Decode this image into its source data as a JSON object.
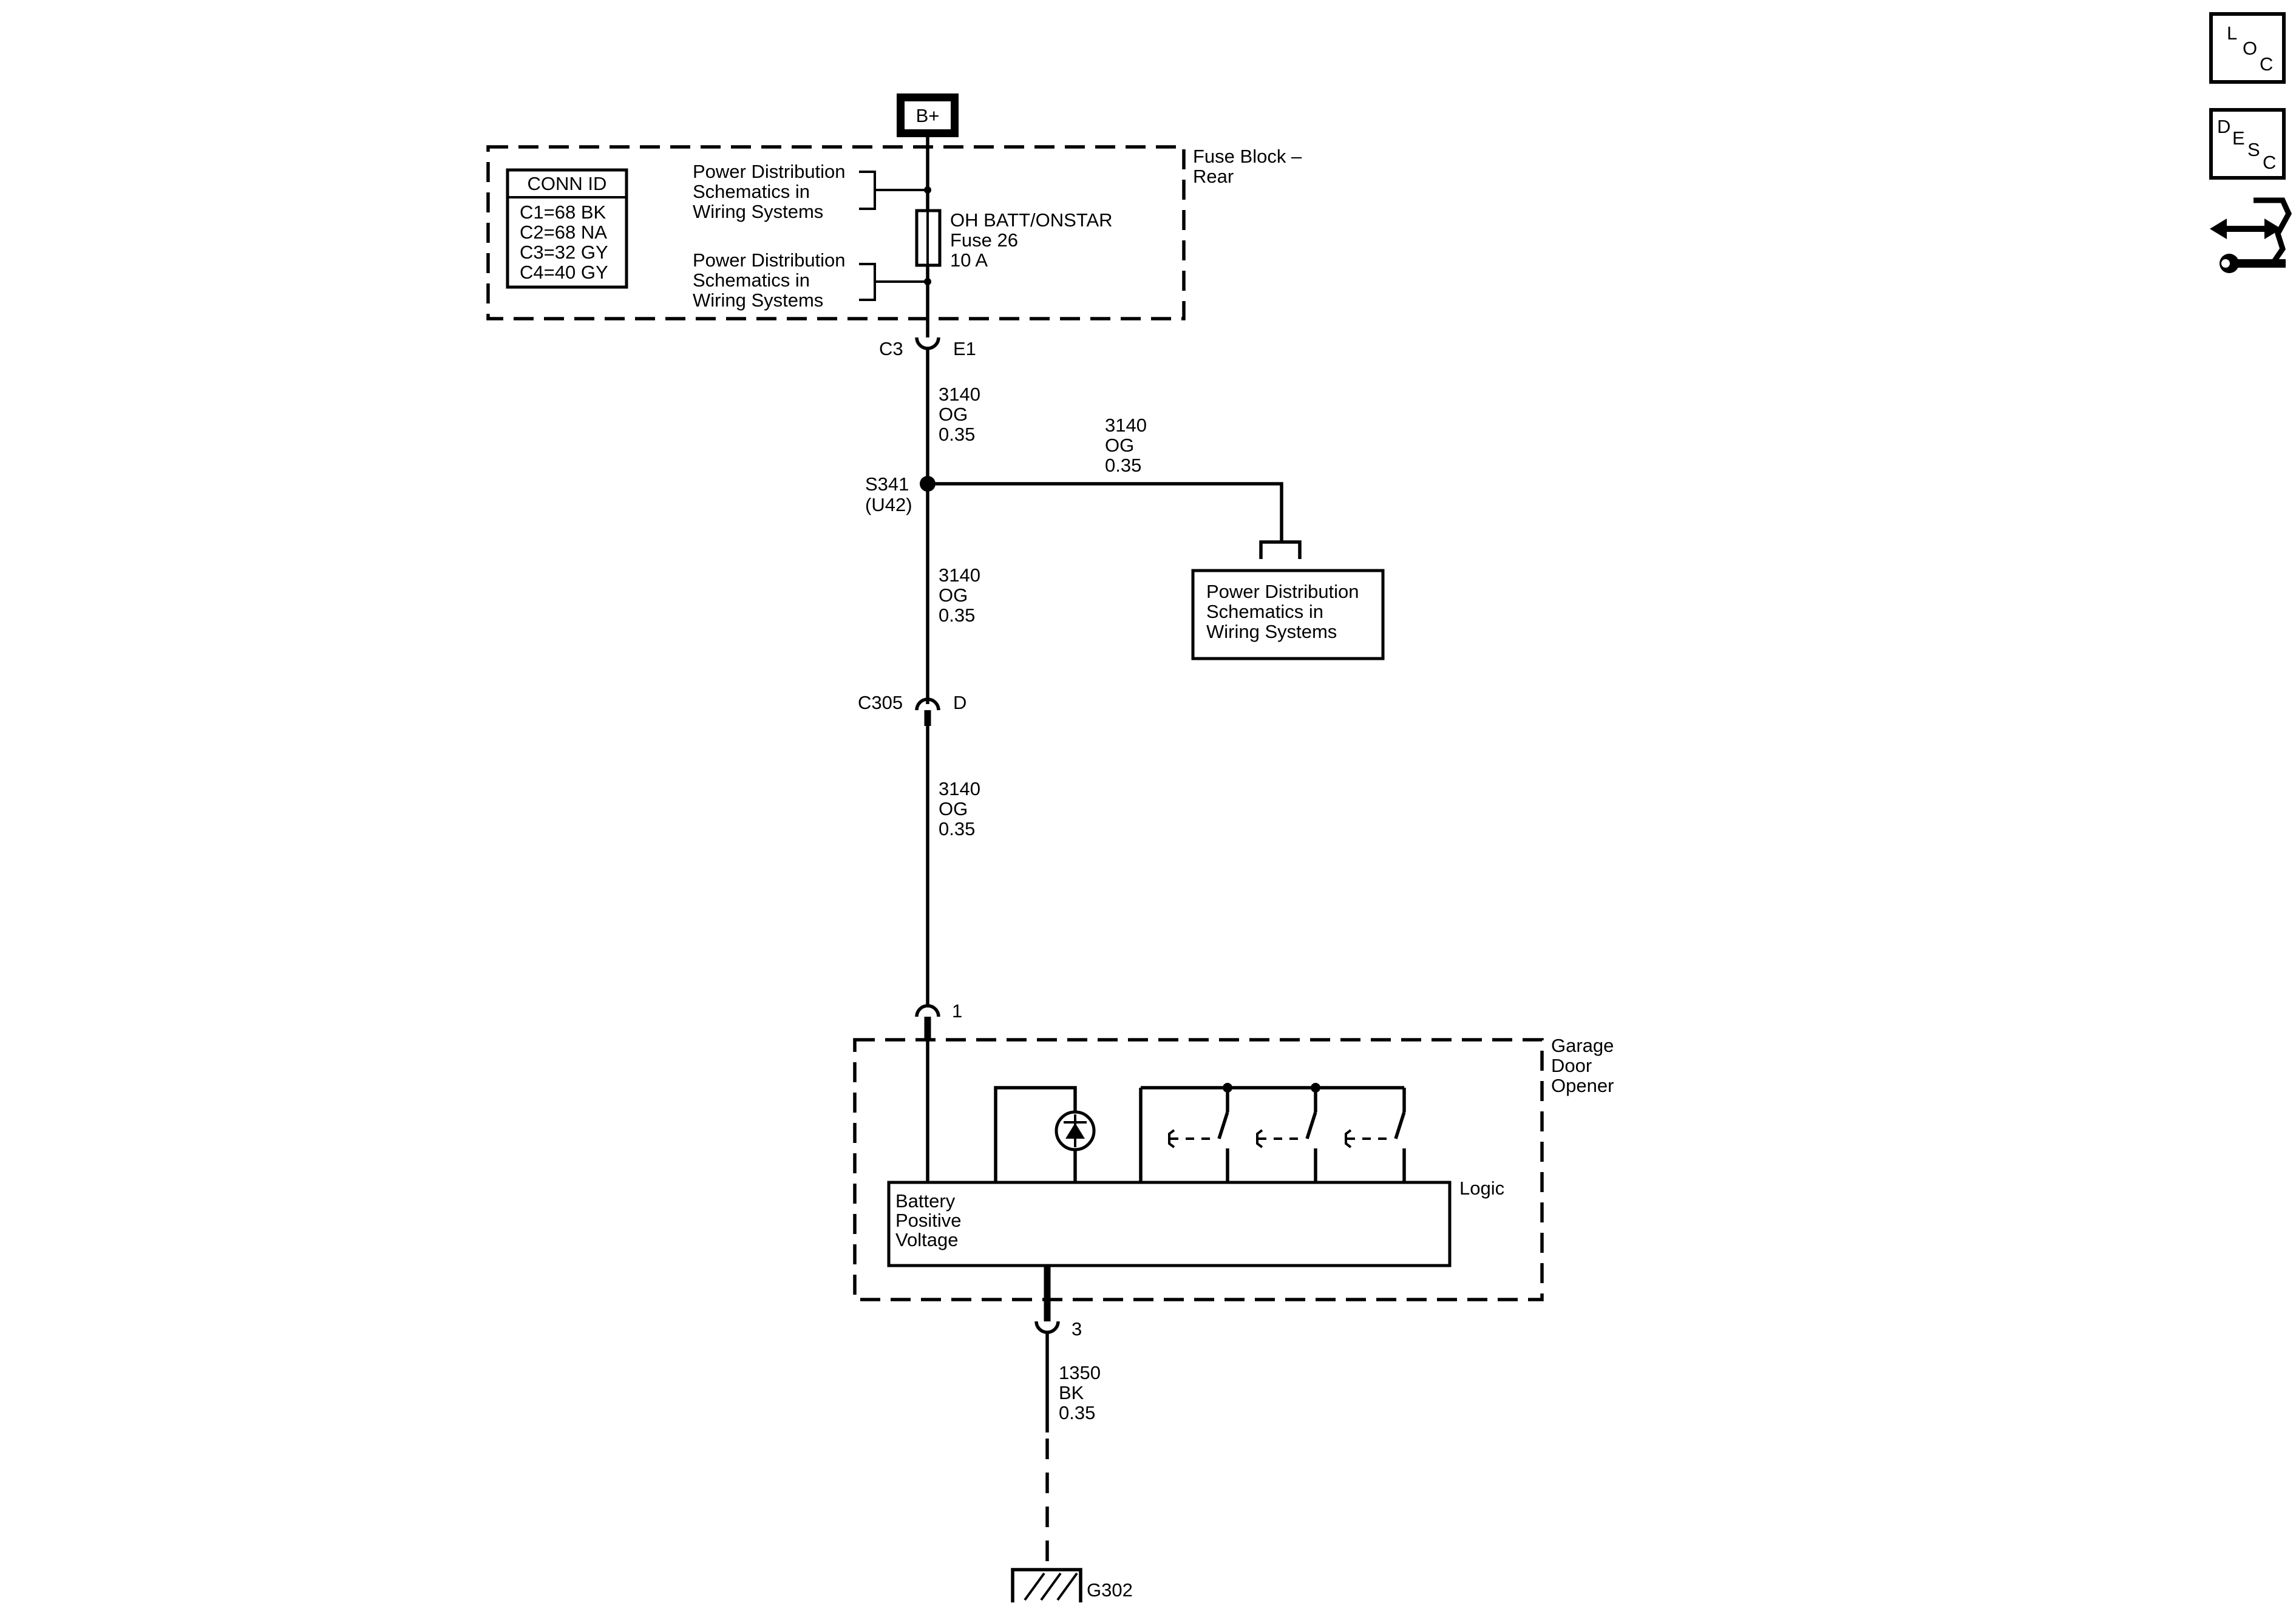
{
  "power_source": "B+",
  "fuse_block": {
    "label_line1": "Fuse Block –",
    "label_line2": "Rear",
    "conn_table": {
      "header": "CONN ID",
      "rows": [
        "C1=68 BK",
        "C2=68 NA",
        "C3=32 GY",
        "C4=40 GY"
      ]
    },
    "ref_top": [
      "Power Distribution",
      "Schematics in",
      "Wiring Systems"
    ],
    "ref_bottom": [
      "Power Distribution",
      "Schematics in",
      "Wiring Systems"
    ],
    "fuse": [
      "OH BATT/ONSTAR",
      "Fuse 26",
      "10 A"
    ]
  },
  "connector_c3": {
    "name": "C3",
    "pin": "E1"
  },
  "wire_1": [
    "3140",
    "OG",
    "0.35"
  ],
  "splice": {
    "name": "S341",
    "option": "(U42)"
  },
  "wire_branch": [
    "3140",
    "OG",
    "0.35"
  ],
  "ref_branch": [
    "Power Distribution",
    "Schematics in",
    "Wiring Systems"
  ],
  "wire_2": [
    "3140",
    "OG",
    "0.35"
  ],
  "connector_c305": {
    "name": "C305",
    "pin": "D"
  },
  "wire_3": [
    "3140",
    "OG",
    "0.35"
  ],
  "module_pin_1": "1",
  "module": {
    "label": [
      "Garage",
      "Door",
      "Opener"
    ],
    "logic_label": "Logic",
    "input_label": [
      "Battery",
      "Positive",
      "Voltage"
    ]
  },
  "module_pin_3": "3",
  "ground_wire": [
    "1350",
    "BK",
    "0.35"
  ],
  "ground": "G302",
  "side_buttons": {
    "loc": [
      "L",
      "O",
      "C"
    ],
    "desc": [
      "D",
      "E",
      "S",
      "C"
    ]
  }
}
